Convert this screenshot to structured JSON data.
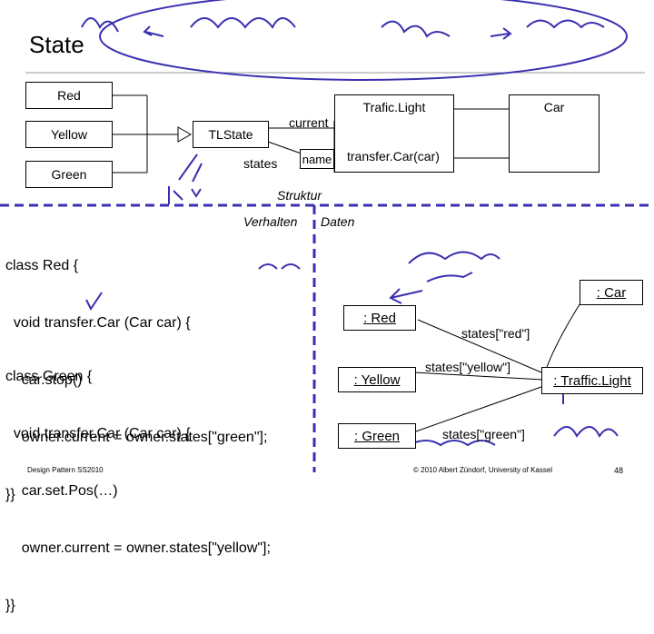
{
  "slide": {
    "title": "State",
    "class_diagram": {
      "red": "Red",
      "yellow": "Yellow",
      "green": "Green",
      "tlstate": "TLState",
      "traficlight": "Trafic.Light",
      "car": "Car",
      "current": "current",
      "states": "states",
      "name": "name",
      "transfer": "transfer.Car(car)",
      "struktur": "Struktur",
      "verhalten": "Verhalten",
      "daten": "Daten"
    },
    "code": {
      "red": [
        "class Red {",
        "  void transfer.Car (Car car) {",
        "    car.stop()",
        "    owner.current = owner.states[\"green\"];",
        "}}"
      ],
      "green": [
        "class Green {",
        "  void transfer.Car (Car car) {",
        "    car.set.Pos(…)",
        "    owner.current = owner.states[\"yellow\"];",
        "}}"
      ]
    },
    "objects": {
      "car": ": Car",
      "red": ": Red",
      "yellow": ": Yellow",
      "green": ": Green",
      "traffic": ": Traffic.Light",
      "states_red": "states[\"red\"]",
      "states_yellow": "states[\"yellow\"]",
      "states_green": "states[\"green\"]"
    },
    "footer": {
      "left": "Design Pattern SS2010",
      "center": "© 2010 Albert Zündorf, University of Kassel",
      "page": "48"
    },
    "colors": {
      "ink": "#3a2fb0",
      "divider": "#3a2fb0"
    }
  }
}
